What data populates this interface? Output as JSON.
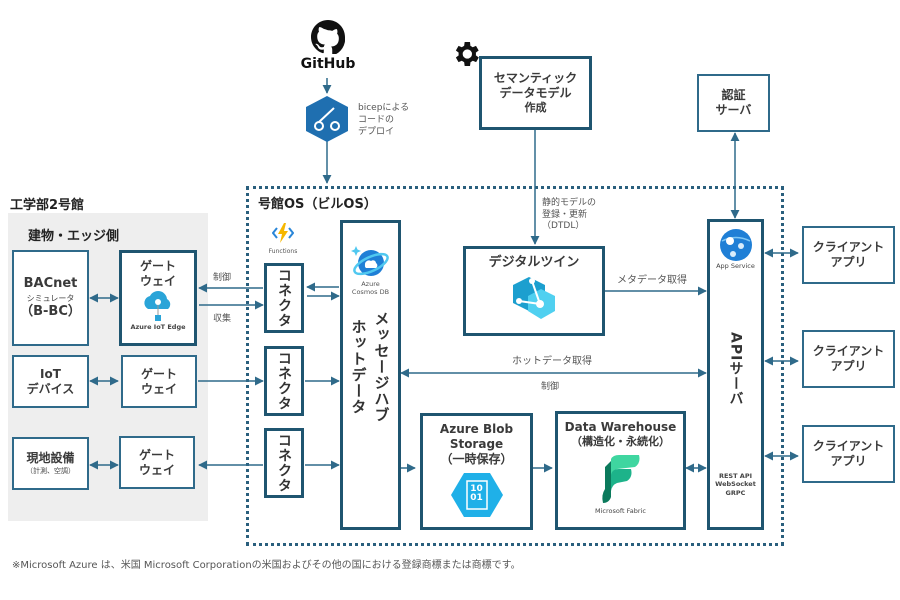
{
  "site": {
    "title": "工学部2号館",
    "edge_title": "建物・エッジ側"
  },
  "os": {
    "title": "号館OS（ビルOS）"
  },
  "github": {
    "label": "GitHub",
    "deploy_note": [
      "bicepによる",
      "コードの",
      "デプロイ"
    ]
  },
  "semantic": {
    "label": [
      "セマンティック",
      "データモデル",
      "作成"
    ],
    "edge_label": [
      "静的モデルの",
      "登録・更新",
      "（DTDL）"
    ]
  },
  "auth": {
    "label": [
      "認証",
      "サーバ"
    ]
  },
  "devices": [
    {
      "name": [
        "BACnet",
        "シミュレータ",
        "（B-BC）"
      ]
    },
    {
      "name": [
        "IoT",
        "デバイス"
      ]
    },
    {
      "name": [
        "現地設備",
        "（計測、空調）"
      ]
    }
  ],
  "gateways": [
    {
      "label": [
        "ゲート",
        "ウェイ"
      ],
      "icon_caption": "Azure IoT Edge"
    },
    {
      "label": [
        "ゲート",
        "ウェイ"
      ]
    },
    {
      "label": [
        "ゲート",
        "ウェイ"
      ]
    }
  ],
  "gateway_edges": {
    "control": "制御",
    "collect": "収集"
  },
  "functions": {
    "caption": "Functions"
  },
  "connectors": [
    {
      "label": "コネクタ"
    },
    {
      "label": "コネクタ"
    },
    {
      "label": "コネクタ"
    }
  ],
  "hub": {
    "icon_caption": [
      "Azure",
      "Cosmos DB"
    ],
    "label": [
      "メッセージハブ",
      "ホットデータ"
    ]
  },
  "twin": {
    "label": "デジタルツイン",
    "edge_label": "メタデータ取得"
  },
  "hot_edge": {
    "top": "ホットデータ取得",
    "bottom": "制御"
  },
  "blob": {
    "label": [
      "Azure Blob",
      "Storage",
      "（一時保存）"
    ],
    "icon_text": [
      "10",
      "01"
    ]
  },
  "dwh": {
    "label": [
      "Data Warehouse",
      "（構造化・永続化）"
    ],
    "icon_caption": "Microsoft Fabric"
  },
  "api": {
    "icon_caption": "App Service",
    "label": "APIサーバ",
    "protocols": [
      "REST API",
      "WebSocket",
      "GRPC"
    ]
  },
  "clients": [
    {
      "label": [
        "クライアント",
        "アプリ"
      ]
    },
    {
      "label": [
        "クライアント",
        "アプリ"
      ]
    },
    {
      "label": [
        "クライアント",
        "アプリ"
      ]
    }
  ],
  "footnote": "※Microsoft Azure は、米国 Microsoft Corporationの米国およびその他の国における登録商標または商標です。",
  "colors": {
    "line": "#2f6a8a",
    "box_border": "#1f5570",
    "edge_bg": "#eeeeee"
  }
}
